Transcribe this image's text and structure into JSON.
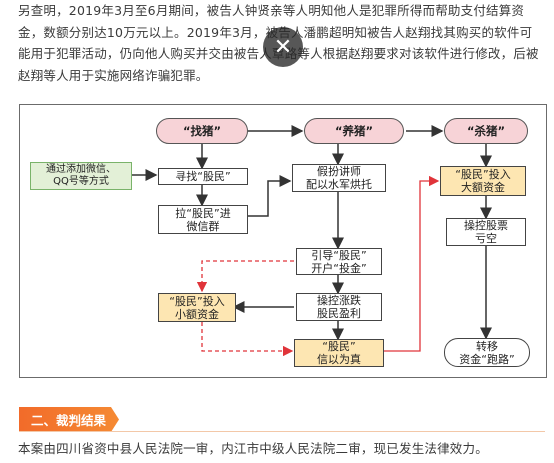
{
  "article": {
    "paragraph_1": "另查明，2019年3月至6月期间，被告人钟贤亲等人明知他人是犯罪所得而帮助支付结算资金，数额分别达10万元以上。2019年3月，被告人潘鹏超明知被告人赵翔找其购买的软件可能用于犯罪活动，仍向他人购买并交由被告人覃路等人根据赵翔要求对该软件进行修改，后被赵翔等人用于实施网络诈骗犯罪。",
    "section_title": "二、裁判结果",
    "paragraph_2": "本案由四川省资中县人民法院一审，内江市中级人民法院二审，现已发生法律效力。"
  },
  "overlay": {
    "close_glyph": "✕"
  },
  "diagram": {
    "stages": {
      "find": "“找猪”",
      "raise": "“养猪”",
      "kill": "“杀猪”"
    },
    "note": "通过添加微信、\nQQ号等方式",
    "find_steps": {
      "seek": "寻找“股民”",
      "pull": "拉“股民”进\n微信群"
    },
    "raise_steps": {
      "pose": "假扮讲师\n配以水军烘托",
      "guide": "引导“股民”\n开户“投金”",
      "manipulate": "操控涨跌\n股民盈利",
      "small": "“股民”投入\n小额资金",
      "trust": "“股民”\n信以为真"
    },
    "kill_steps": {
      "large": "“股民”投入\n大额资金",
      "loss": "操控股票\n亏空",
      "flee": "转移\n资金“跑路”"
    },
    "colors": {
      "solid_arrow": "#333333",
      "dashed_arrow": "#e0343a",
      "stage_fill": "#f7d3d7",
      "highlight_fill": "#fde6b2",
      "note_fill": "#e3f0d7"
    }
  }
}
